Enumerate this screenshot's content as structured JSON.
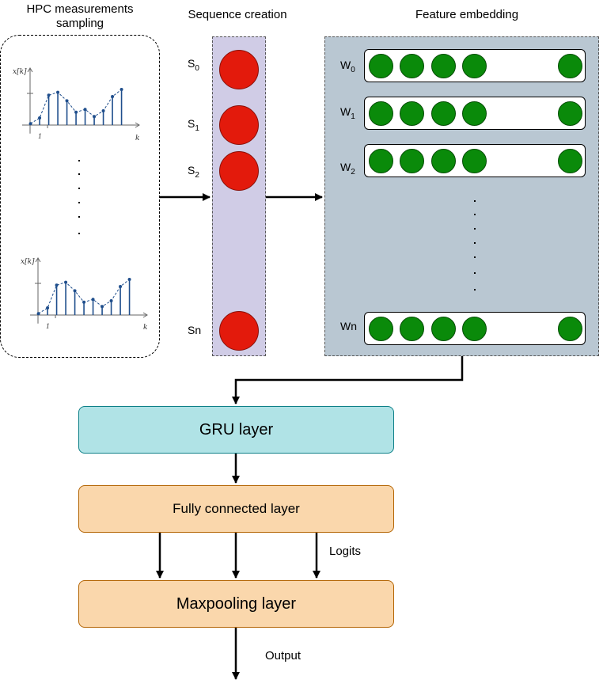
{
  "headers": {
    "sampling_line1": "HPC measurements",
    "sampling_line2": "sampling",
    "sequence": "Sequence creation",
    "embedding": "Feature embedding"
  },
  "plot": {
    "ylabel": "x[k]",
    "xlabel": "k",
    "tick": "1",
    "values": [
      0.05,
      0.25,
      1.05,
      1.15,
      0.85,
      0.45,
      0.55,
      0.3,
      0.5,
      1.0,
      1.25
    ]
  },
  "sequence": {
    "labels": [
      {
        "base": "S",
        "sub": "0"
      },
      {
        "base": "S",
        "sub": "1"
      },
      {
        "base": "S",
        "sub": "2"
      },
      {
        "base": "Sn",
        "sub": ""
      }
    ]
  },
  "embedding": {
    "labels": [
      {
        "base": "W",
        "sub": "0"
      },
      {
        "base": "W",
        "sub": "1"
      },
      {
        "base": "W",
        "sub": "2"
      },
      {
        "base": "Wn",
        "sub": ""
      }
    ]
  },
  "layers": {
    "gru": "GRU layer",
    "fc": "Fully connected layer",
    "maxpool": "Maxpooling layer"
  },
  "edge_labels": {
    "logits": "Logits",
    "output": "Output"
  },
  "colors": {
    "node_red": "#e31a0c",
    "node_green": "#0a8a0a",
    "sequence_bg": "#d0cce6",
    "embedding_bg": "#b9c7d2",
    "gru_fill": "#b0e3e6",
    "orange_fill": "#fad7ac",
    "stem_blue": "#1f4e8c"
  }
}
